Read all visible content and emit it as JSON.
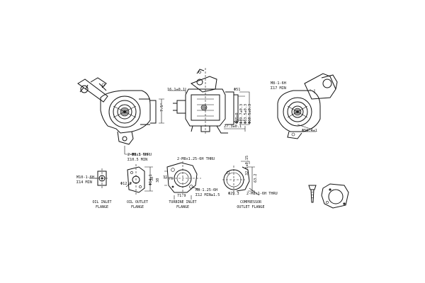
{
  "top": {
    "left_view": {
      "thru": "Φ9.3 THRU",
      "dim": "7.5°"
    },
    "center_view": {
      "dim_left": "16.1±0.1",
      "dims_right": [
        "Φ51",
        "Φ48±0",
        "Φ49.7±0.3",
        "Φ63.5±0.3",
        "Φ68.5±0.3"
      ],
      "dim_bottom": "27.3±0.1"
    },
    "right_view": {
      "thread": "M8-1-6H",
      "depth": "Σ17 MIN",
      "dia": "Φ50.4±1"
    }
  },
  "oil_inlet": {
    "thread": "M10-1-6H",
    "depth": "Σ14 MIN",
    "caption_line1": "OIL INLET",
    "caption_line2": "FLANGE"
  },
  "oil_outlet": {
    "thread": "2-M8x1-6H",
    "depth": "Σ10.5 MIN",
    "dim_right": "Φ14.1",
    "dim_bottom": "Φ12.8",
    "dim_right2": "38",
    "caption_line1": "OIL OUTLET",
    "caption_line2": "FLANGE"
  },
  "turbine": {
    "thread": "2-M8x1.25-6H THRU",
    "dim_left": "31",
    "dim_left2": "38",
    "dim_center": "76",
    "dim_bottom_left": "71.9",
    "thread2": "M8-1.25-6H",
    "depth2": "Σ12 MIN±1.5",
    "caption_line1": "TURBINE INLET",
    "caption_line2": "FLANGE"
  },
  "compressor": {
    "dim_top": "32.5±0.15",
    "dim_right": "63.2",
    "dim_left": "Φ29.3",
    "thread": "2-M8x1-6H THRU",
    "caption_line1": "COMPRESSOR",
    "caption_line2": "OUTLET FLANGE"
  }
}
